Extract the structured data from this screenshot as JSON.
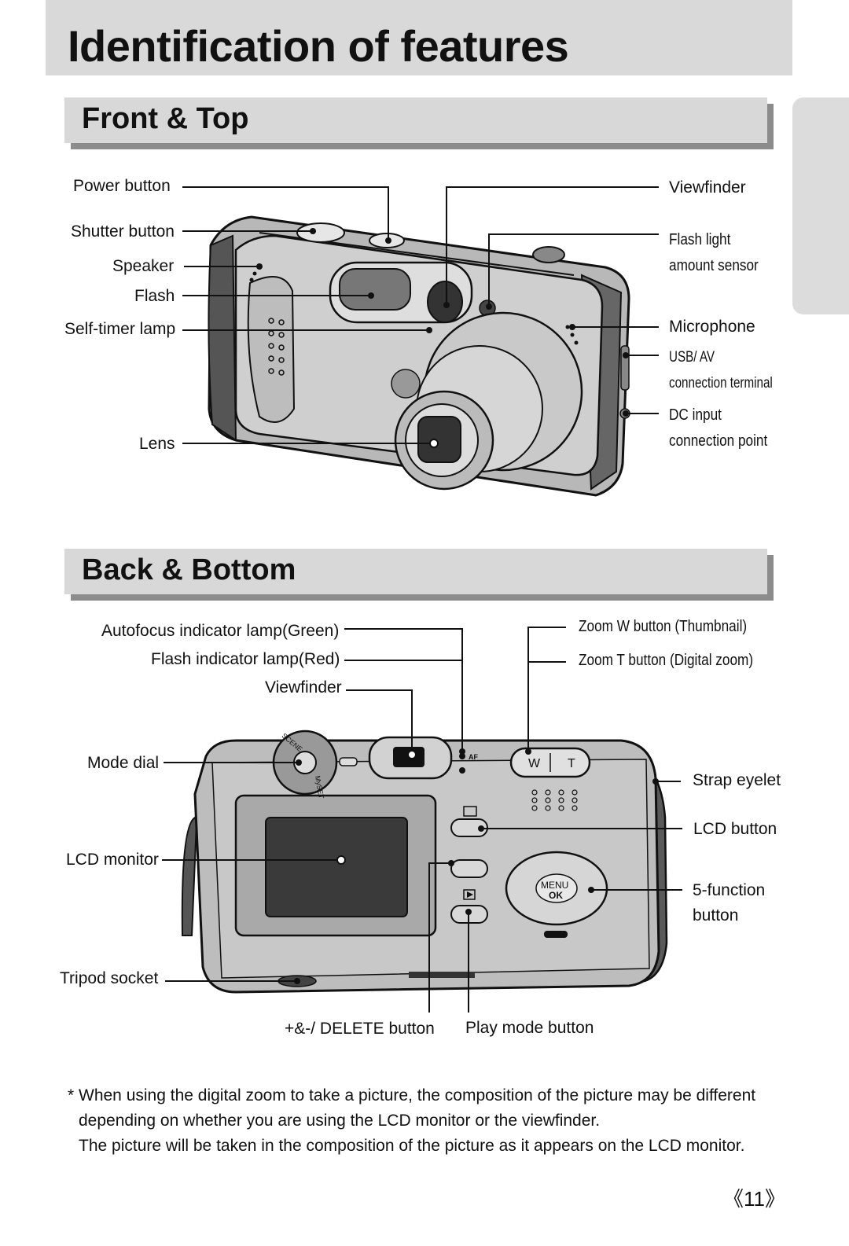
{
  "page_title": "Identification of features",
  "sections": {
    "front_top": "Front & Top",
    "back_bottom": "Back & Bottom"
  },
  "front_labels": {
    "power_button": "Power button",
    "shutter_button": "Shutter button",
    "speaker": "Speaker",
    "flash": "Flash",
    "self_timer_lamp": "Self-timer lamp",
    "lens": "Lens",
    "viewfinder": "Viewfinder",
    "flash_sensor_1": "Flash light",
    "flash_sensor_2": "amount sensor",
    "microphone": "Microphone",
    "usb_av_1": "USB/ AV",
    "usb_av_2": "connection terminal",
    "dc_input_1": "DC input",
    "dc_input_2": "connection point"
  },
  "back_labels": {
    "af_lamp": "Autofocus indicator lamp(Green)",
    "flash_lamp": "Flash indicator lamp(Red)",
    "viewfinder": "Viewfinder",
    "mode_dial": "Mode dial",
    "lcd_monitor": "LCD monitor",
    "tripod_socket": "Tripod socket",
    "delete_button": "+&-/ DELETE button",
    "play_mode_button": "Play mode button",
    "zoom_w": "Zoom W button (Thumbnail)",
    "zoom_t": "Zoom T button (Digital zoom)",
    "strap_eyelet": "Strap eyelet",
    "lcd_button": "LCD button",
    "five_function_1": "5-function",
    "five_function_2": "button"
  },
  "camera_marks": {
    "w": "W",
    "t": "T",
    "menu": "MENU",
    "ok": "OK",
    "af": "AF",
    "scene": "SCENE",
    "myset": "MySET"
  },
  "note": {
    "line1": "* When using the digital zoom to take a picture, the composition of the picture may be different",
    "line2": "depending on whether you are using the LCD monitor or the viewfinder.",
    "line3": "The picture will be taken in the composition of the picture as it appears on the LCD monitor."
  },
  "page_number": "《11》"
}
